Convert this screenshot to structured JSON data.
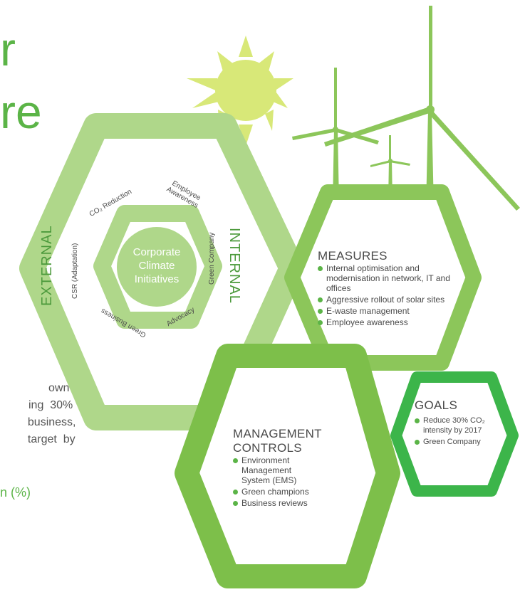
{
  "heading": {
    "line1": "r",
    "line2": "re"
  },
  "body_text": [
    "own",
    "ing  30%",
    "  business,",
    "  target  by"
  ],
  "chart_caption_fragment": "n (%)",
  "inner_hex": {
    "center_label": [
      "Corporate",
      "Climate",
      "Initiatives"
    ],
    "left_side": "EXTERNAL",
    "right_side": "INTERNAL",
    "ring_items": {
      "co2_reduction": "CO₂ Reduction",
      "employee_awareness": [
        "Employee",
        "Awareness"
      ],
      "green_company": "Green Company",
      "advocacy": "Advocacy",
      "green_business": "Green Business",
      "csr": "CSR (Adaptation)"
    }
  },
  "measures": {
    "title": "MEASURES",
    "items": [
      "Internal optimisation and modernisation in network, IT and offices",
      "Aggressive rollout of solar sites",
      "E-waste management",
      "Employee awareness"
    ]
  },
  "management": {
    "title_line1": "MANAGEMENT",
    "title_line2": "CONTROLS",
    "items": [
      "Environment Management System (EMS)",
      "Green champions",
      "Business reviews"
    ]
  },
  "goals": {
    "title": "GOALS",
    "items": [
      "Reduce 30% CO₂ intensity by 2017",
      "Green Company"
    ]
  },
  "colors": {
    "light_green": "#afd78a",
    "mid_green": "#8cc65a",
    "dark_green": "#5bb447",
    "goals_green": "#3cb54a",
    "sun": "#d8e878",
    "turbine": "#8cc65a",
    "heading_green": "#5bb447"
  }
}
